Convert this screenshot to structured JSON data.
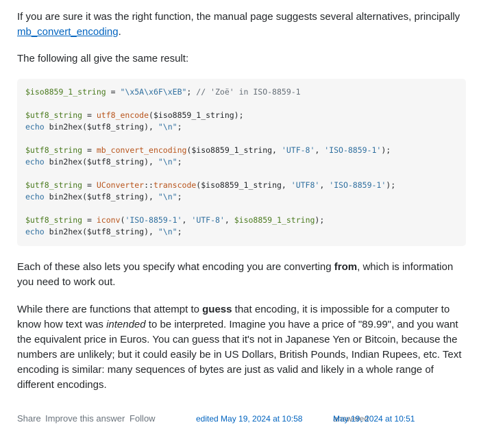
{
  "paragraphs": {
    "p1_text": "If you are sure it was the right function, the manual page suggests several alternatives, principally ",
    "p1_link": "mb_convert_encoding",
    "p1_end": ".",
    "p2": "The following all give the same result:",
    "p3_start": "Each of these also lets you specify what encoding you are converting ",
    "p3_bold": "from",
    "p3_end": ", which is information you need to work out.",
    "p4_a": "While there are functions that attempt to ",
    "p4_bold": "guess",
    "p4_b": " that encoding, it is impossible for a computer to know how text was ",
    "p4_italic": "intended",
    "p4_c": " to be interpreted. Imagine you have a price of \"89.99\", and you want the equivalent price in Euros. You can guess that it's not in Japanese Yen or Bitcoin, because the numbers are unlikely; but it could easily be in US Dollars, British Pounds, Indian Rupees, etc. Text encoding is similar: many sequences of bytes are just as valid and likely in a whole range of different encodings."
  },
  "code": {
    "l1_var": "$iso8859_1_string",
    "l1_op": " = ",
    "l1_str": "\"\\x5A\\x6F\\xEB\"",
    "l1_semi": "; ",
    "l1_cmt": "// 'Zoë' in ISO-8859-1",
    "l2_var": "$utf8_string",
    "l2_op": " = ",
    "l2_fn": "utf8_encode",
    "l2_args": "($iso8859_1_string);",
    "echo": "echo",
    "bin2hex_call": " bin2hex($utf8_string), ",
    "nl": "\"\\n\"",
    "semi": ";",
    "l4_fn": "mb_convert_encoding",
    "l4_a": "($iso8859_1_string, ",
    "l4_s1": "'UTF-8'",
    "l4_s2": "'ISO-8859-1'",
    "l4_end": ");",
    "l6_cls": "UConverter",
    "l6_sep": "::",
    "l6_fn": "transcode",
    "l6_a": "($iso8859_1_string, ",
    "l6_s1": "'UTF8'",
    "l6_s2": "'ISO-8859-1'",
    "l6_end": ");",
    "l8_fn": "iconv",
    "l8_s1": "'ISO-8859-1'",
    "l8_s2": "'UTF-8'",
    "l8_var": "$iso8859_1_string",
    "l8_end": ");",
    "comma": ", "
  },
  "footer": {
    "share": "Share",
    "improve": "Improve this answer",
    "follow": "Follow",
    "edited": "edited May 19, 2024 at 10:58",
    "answered_label": "answered ",
    "answered_date": "May 19, 2024 at 10:51"
  },
  "colors": {
    "link": "#0063bf",
    "code_bg": "#f6f6f6",
    "text": "#232629",
    "muted": "#6a737c"
  }
}
